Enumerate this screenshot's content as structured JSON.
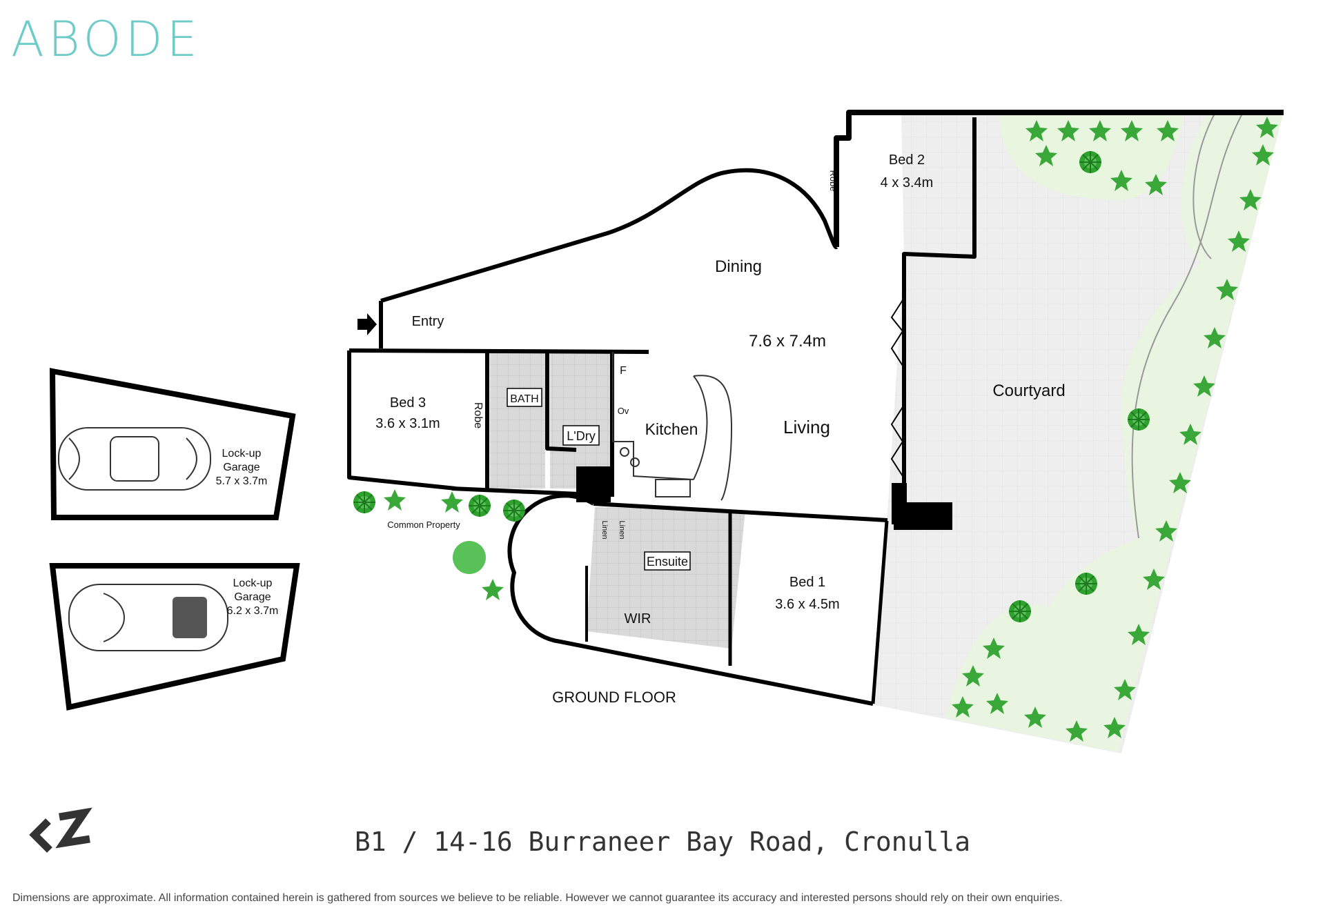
{
  "brand": {
    "name": "ABODE",
    "color": "#6dcbc9"
  },
  "title": "GROUND FLOOR",
  "address": "B1 / 14-16 Burraneer Bay Road, Cronulla",
  "disclaimer": "Dimensions are approximate. All information contained herein is gathered from sources we believe to be reliable. However we cannot guarantee its accuracy and interested persons should rely on their own enquiries.",
  "rooms": {
    "bed2": {
      "name": "Bed 2",
      "size": "4 x 3.4m"
    },
    "dining": {
      "name": "Dining"
    },
    "living": {
      "name": "Living",
      "size": "7.6 x 7.4m"
    },
    "entry": {
      "name": "Entry"
    },
    "bed3": {
      "name": "Bed 3",
      "size": "3.6 x 3.1m"
    },
    "bath": {
      "name": "BATH"
    },
    "laundry": {
      "name": "L'Dry"
    },
    "kitchen": {
      "name": "Kitchen"
    },
    "courtyard": {
      "name": "Courtyard"
    },
    "ensuite": {
      "name": "Ensuite"
    },
    "wir": {
      "name": "WIR"
    },
    "bed1": {
      "name": "Bed 1",
      "size": "3.6 x 4.5m"
    }
  },
  "fixtures": {
    "robe": "Robe",
    "linen": "Linen",
    "fridge": "F",
    "oven": "Ov"
  },
  "garages": [
    {
      "name": "Lock-up",
      "type": "Garage",
      "size": "5.7 x 3.7m"
    },
    {
      "name": "Lock-up",
      "type": "Garage",
      "size": "6.2 x 3.7m"
    }
  ],
  "common_property": "Common Property",
  "colors": {
    "wall": "#000000",
    "wet_area": "#d9d9d9",
    "courtyard": "#eeeeee",
    "lawn": "#e8f5df",
    "plant": "#2ea12e",
    "plant_light": "#58c158"
  },
  "icons": [
    "entry-arrow-icon",
    "car-icon",
    "plant-icon",
    "agency-logo-icon"
  ]
}
